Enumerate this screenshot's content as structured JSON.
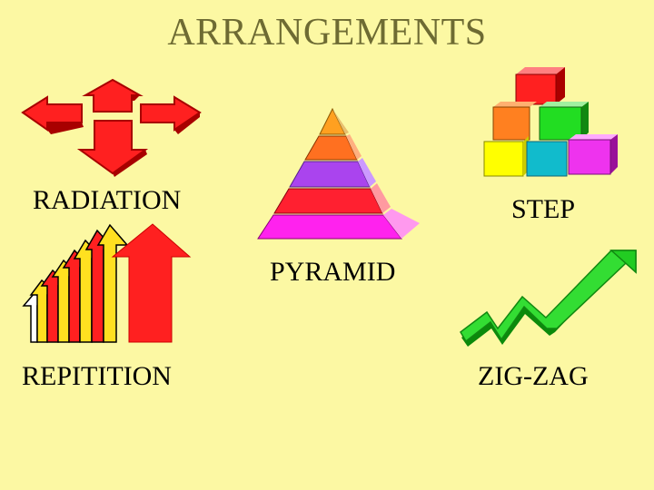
{
  "title": "ARRANGEMENTS",
  "labels": {
    "radiation": "RADIATION",
    "step": "STEP",
    "pyramid": "PYRAMID",
    "repitition": "REPITITION",
    "zigzag": "ZIG-ZAG"
  },
  "colors": {
    "background": "#fcf8a3",
    "title": "#6e6b33",
    "arrow_red": "#ff2020",
    "arrow_dark": "#a80000",
    "zigzag_green": "#33dd33",
    "step_blocks": [
      "#ff2020",
      "#ff8020",
      "#22dd22",
      "#ffff00",
      "#11bbcc",
      "#ee33ee"
    ],
    "pyramid_layers": [
      "#ffa020",
      "#ff7020",
      "#aa44ee",
      "#ff2030",
      "#ff22ee"
    ]
  },
  "icons": [
    "radiation-arrows-icon",
    "pyramid-icon",
    "step-blocks-icon",
    "repitition-arrows-icon",
    "zigzag-arrow-icon"
  ]
}
